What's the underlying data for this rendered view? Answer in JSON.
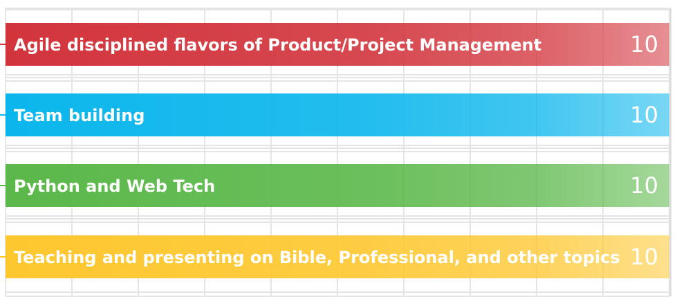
{
  "chart_data": {
    "type": "bar",
    "orientation": "horizontal",
    "categories": [
      "Agile disciplined flavors of Product/Project Management",
      "Team building",
      "Python and Web Tech",
      "Teaching and presenting on Bible, Professional, and other topics"
    ],
    "values": [
      10,
      10,
      10,
      10
    ],
    "value_labels": [
      "10",
      "10",
      "10",
      "10"
    ],
    "colors": [
      "#d2343c",
      "#0bb6ec",
      "#5bb84a",
      "#fdc72e"
    ],
    "xlim": [
      0,
      10
    ],
    "grid": true
  }
}
